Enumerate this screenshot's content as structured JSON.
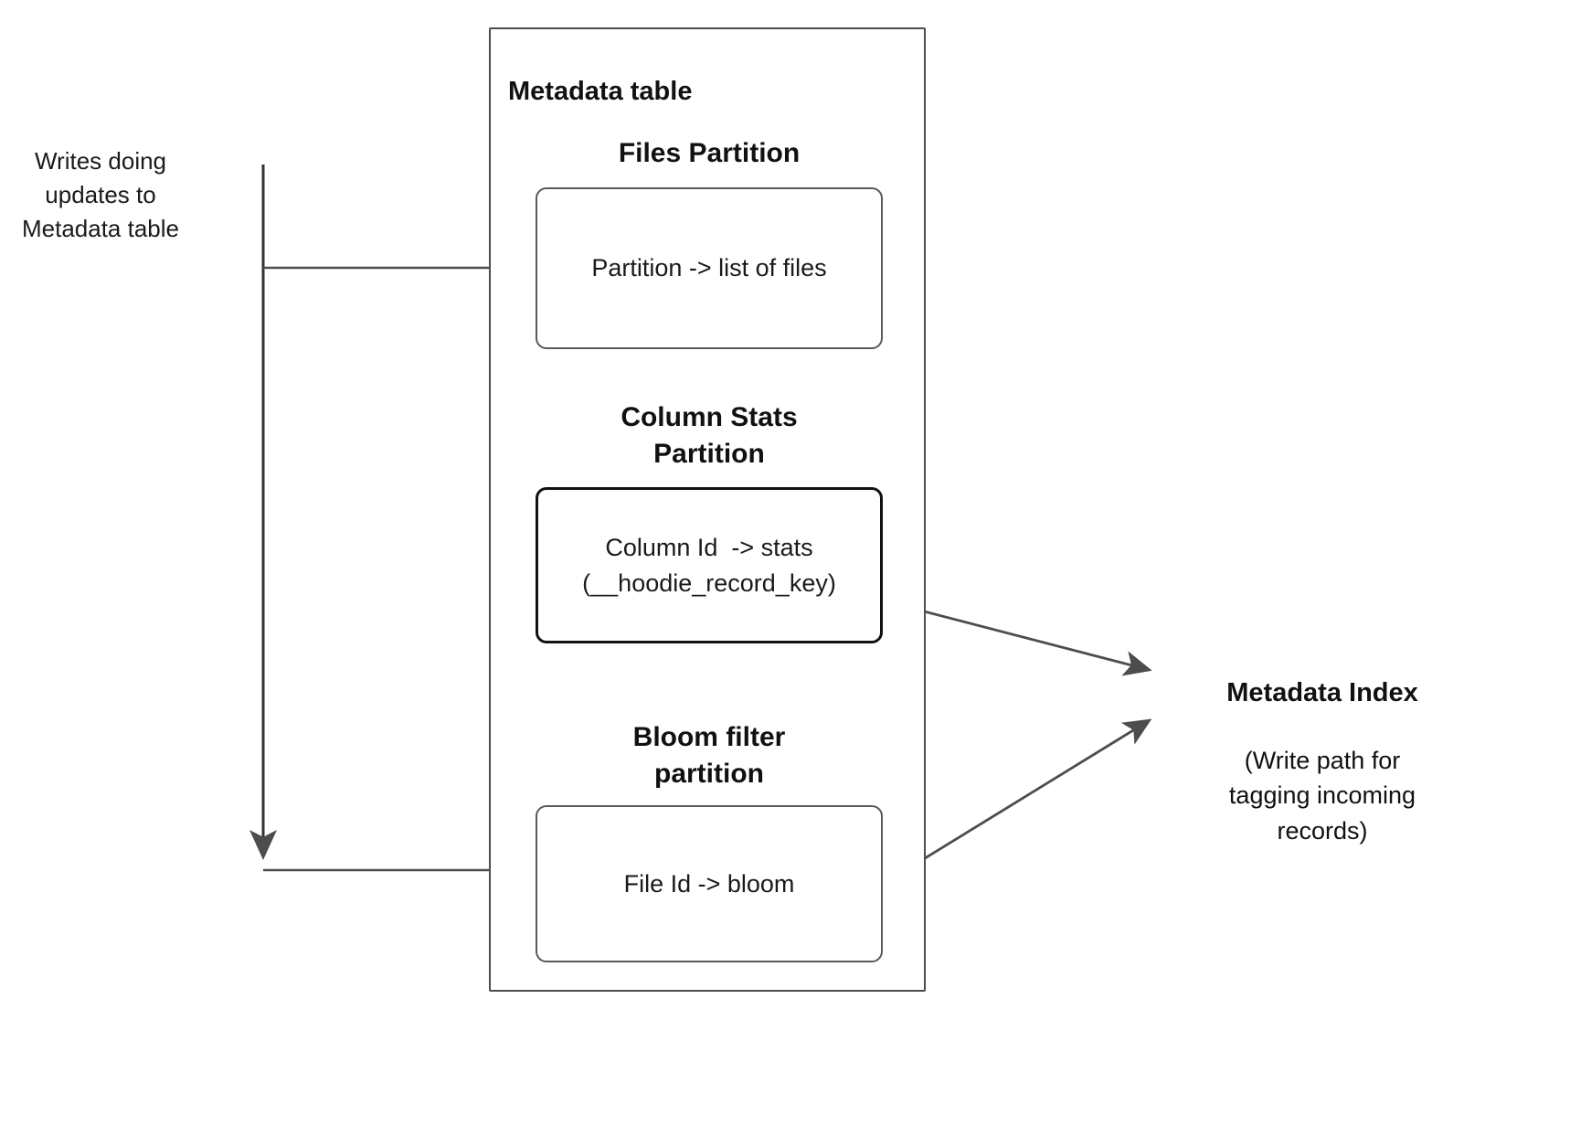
{
  "diagram": {
    "title": "Hudi Metadata table partitions and metadata index write path",
    "background_color": "#ffffff",
    "line_color": "#4d4d4d",
    "arrow_color": "#4d4d4d",
    "emphasis_border_color": "#111111",
    "text_color": "#1a1a1a"
  },
  "left_note": {
    "text": "Writes doing\nupdates to\nMetadata table"
  },
  "metadata_table": {
    "title": "Metadata table",
    "partitions": [
      {
        "heading": "Files Partition",
        "box_text": "Partition -> list of files",
        "emphasized": false
      },
      {
        "heading": "Column Stats\nPartition",
        "box_text": "Column Id  -> stats\n(__hoodie_record_key)",
        "emphasized": true
      },
      {
        "heading": "Bloom filter\npartition",
        "box_text": "File Id -> bloom",
        "emphasized": false
      }
    ]
  },
  "metadata_index": {
    "title": "Metadata Index",
    "caption": "(Write path for\ntagging incoming\nrecords)"
  }
}
